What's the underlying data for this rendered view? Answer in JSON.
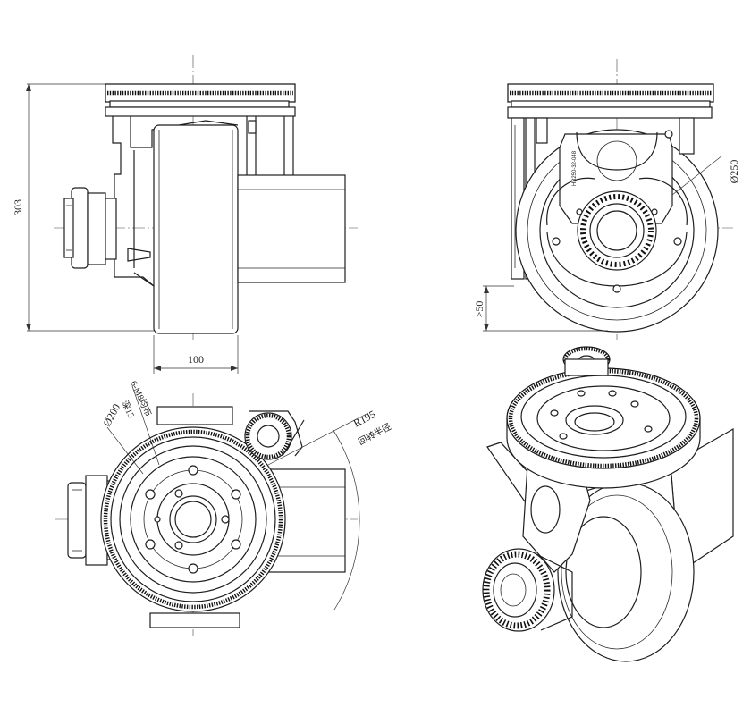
{
  "dimensions": {
    "height": "303",
    "width": "100",
    "wheel_diameter": "Ø250",
    "clearance": ">50",
    "bolt_circle": "Ø200",
    "bolt_note_line1": "6-M8均布",
    "bolt_note_line2": "深15",
    "turn_radius": "R195",
    "turn_radius_note": "回转半径"
  },
  "labels": {
    "motor_plate": "HB250-32-048"
  }
}
